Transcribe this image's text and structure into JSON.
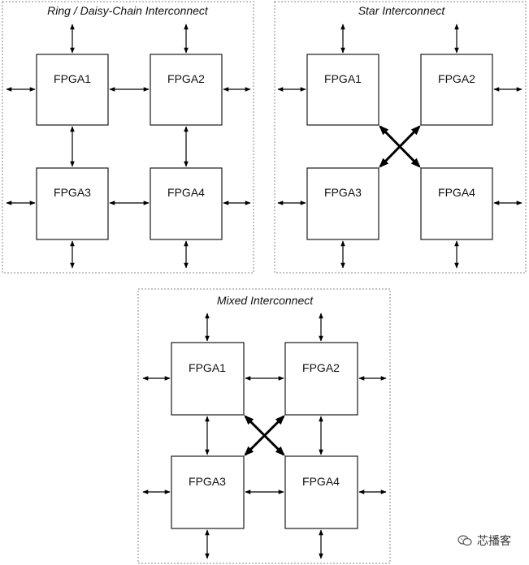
{
  "panels": [
    {
      "id": "ring",
      "title": "Ring / Daisy-Chain Interconnect",
      "fpgas": [
        "FPGA1",
        "FPGA2",
        "FPGA3",
        "FPGA4"
      ],
      "links": {
        "horizontal": true,
        "vertical": true,
        "diagonal": false
      }
    },
    {
      "id": "star",
      "title": "Star Interconnect",
      "fpgas": [
        "FPGA1",
        "FPGA2",
        "FPGA3",
        "FPGA4"
      ],
      "links": {
        "horizontal": false,
        "vertical": false,
        "diagonal": true
      }
    },
    {
      "id": "mixed",
      "title": "Mixed Interconnect",
      "fpgas": [
        "FPGA1",
        "FPGA2",
        "FPGA3",
        "FPGA4"
      ],
      "links": {
        "horizontal": true,
        "vertical": true,
        "diagonal": true
      }
    }
  ],
  "watermark": {
    "text": "芯播客",
    "icon": "wechat-icon"
  },
  "colors": {
    "frame": "#8a8a8a",
    "box_stroke": "#1a1a1a",
    "arrow": "#000000"
  }
}
